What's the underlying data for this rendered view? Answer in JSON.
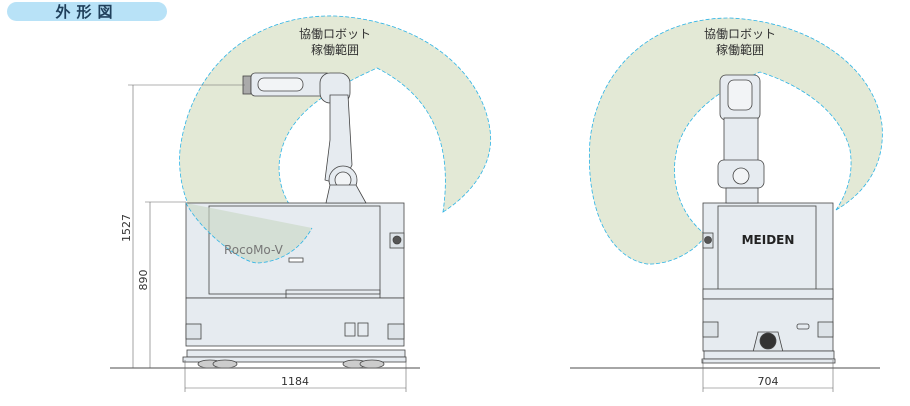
{
  "header": {
    "title": "外形図"
  },
  "side_view": {
    "range_label_line1": "協働ロボット",
    "range_label_line2": "稼働範囲",
    "product_logo": "RocoMo-V",
    "dim_total_height": "1527",
    "dim_body_height": "890",
    "dim_length": "1184"
  },
  "front_view": {
    "range_label_line1": "協働ロボット",
    "range_label_line2": "稼働範囲",
    "brand_logo": "MEIDEN",
    "dim_width": "704"
  },
  "colors": {
    "range_fill": "#e3e9d6",
    "range_edge": "#2bb3e6",
    "body": "#e6ebf0",
    "title_bg": "#b8e2f7"
  }
}
